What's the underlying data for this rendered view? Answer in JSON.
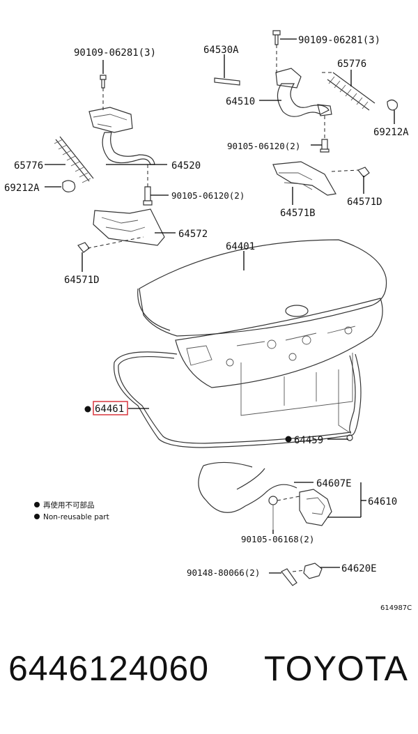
{
  "diagram": {
    "labels": {
      "p90109_left": "90109-06281(3)",
      "p90109_right": "90109-06281(3)",
      "p64530A": "64530A",
      "p65776_right": "65776",
      "p64510": "64510",
      "p69212A_right": "69212A",
      "p90105_top": "90105-06120(2)",
      "p65776_left": "65776",
      "p64520": "64520",
      "p69212A_left": "69212A",
      "p90105_mid": "90105-06120(2)",
      "p64571D_right": "64571D",
      "p64571B": "64571B",
      "p64572": "64572",
      "p64401": "64401",
      "p64571D_left": "64571D",
      "p64461": "64461",
      "p64459": "64459",
      "p64607E": "64607E",
      "p64610": "64610",
      "p90105_06168": "90105-06168(2)",
      "p90148": "90148-80066(2)",
      "p64620E": "64620E"
    },
    "legend": {
      "reuse_jp": "再使用不可部品",
      "reuse_en": "Non-reusable part"
    },
    "figure_code": "614987C",
    "highlight_color": "#d9363e"
  },
  "footer": {
    "part_number": "6446124060",
    "brand": "TOYOTA"
  }
}
